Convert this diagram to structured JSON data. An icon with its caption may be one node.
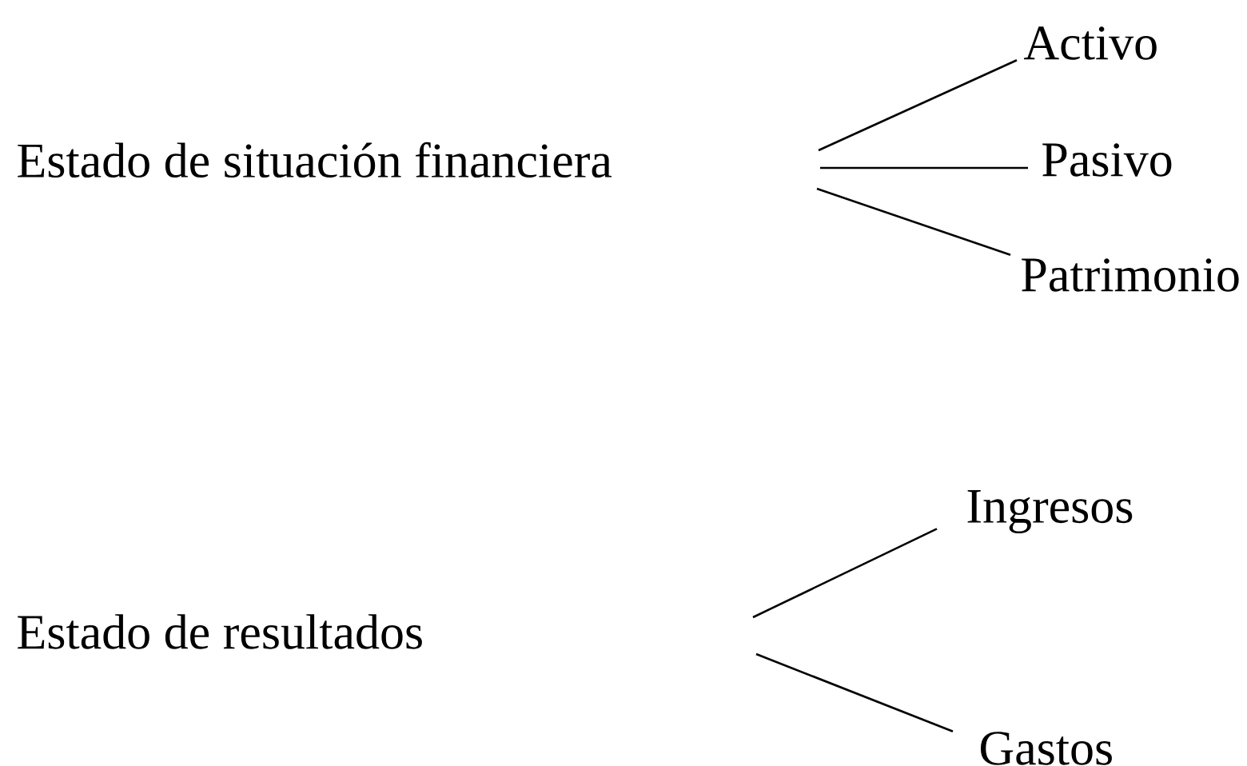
{
  "diagram": {
    "nodes": [
      {
        "text": [
          "Estado de situación financiera"
        ]
      },
      {
        "text": [
          "Activo"
        ]
      },
      {
        "text": [
          "Pasivo"
        ]
      },
      {
        "text": [
          "Patrimonio"
        ]
      },
      {
        "text": [
          "Estado de resultados"
        ]
      },
      {
        "text": [
          "Ingresos"
        ]
      },
      {
        "text": [
          "Gastos"
        ]
      }
    ],
    "edges": [
      {
        "from": null,
        "to": 1,
        "arrow": "none"
      },
      {
        "from": null,
        "to": 2,
        "arrow": "none"
      },
      {
        "from": null,
        "to": 3,
        "arrow": "none"
      },
      {
        "from": null,
        "to": 5,
        "arrow": "none"
      },
      {
        "from": null,
        "to": 6,
        "arrow": "none"
      }
    ]
  }
}
